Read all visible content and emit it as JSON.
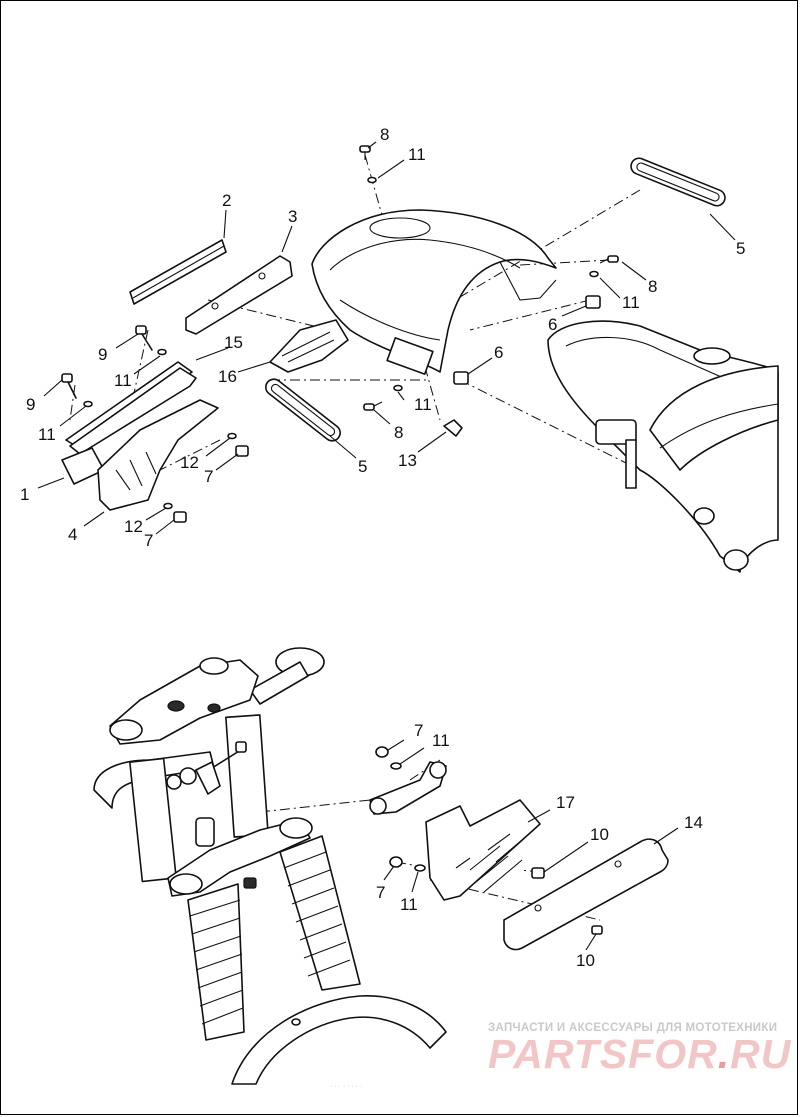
{
  "callouts": {
    "c1": "1",
    "c2": "2",
    "c3": "3",
    "c4": "4",
    "c5a": "5",
    "c5b": "5",
    "c6a": "6",
    "c6b": "6",
    "c7a": "7",
    "c7b": "7",
    "c7c": "7",
    "c7d": "7",
    "c8a": "8",
    "c8b": "8",
    "c8c": "8",
    "c9a": "9",
    "c9b": "9",
    "c10a": "10",
    "c10b": "10",
    "c11a": "11",
    "c11b": "11",
    "c11c": "11",
    "c11d": "11",
    "c11e": "11",
    "c11f": "11",
    "c11g": "11",
    "c12a": "12",
    "c12b": "12",
    "c13": "13",
    "c14": "14",
    "c15": "15",
    "c16": "16",
    "c17": "17"
  },
  "watermark": {
    "tagline": "ЗАПЧАСТИ И АКСЕССУАРЫ ДЛЯ МОТОТЕХНИКИ",
    "logo_left": "PARTS",
    "logo_mid": "FOR",
    "logo_sep": ".",
    "logo_right": "RU"
  },
  "footer_fine_print": "· · · · · · · ·"
}
